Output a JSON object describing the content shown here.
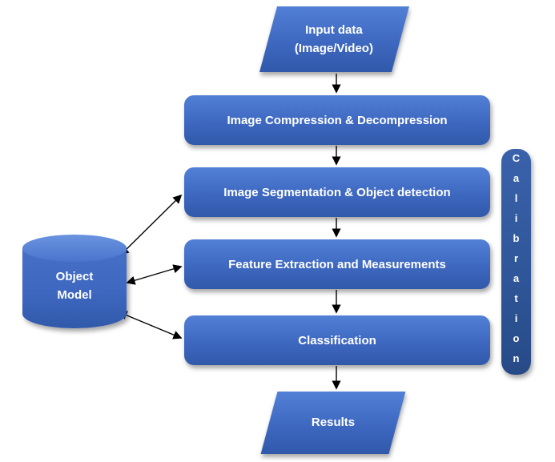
{
  "diagram": {
    "type": "flowchart",
    "nodes": {
      "input_data": {
        "shape": "parallelogram",
        "line1": "Input data",
        "line2": "(Image/Video)"
      },
      "compression": {
        "shape": "rounded-rectangle",
        "label": "Image Compression & Decompression"
      },
      "segmentation": {
        "shape": "rounded-rectangle",
        "label": "Image Segmentation & Object detection"
      },
      "feature_extraction": {
        "shape": "rounded-rectangle",
        "label": "Feature Extraction and Measurements"
      },
      "classification": {
        "shape": "rounded-rectangle",
        "label": "Classification"
      },
      "results": {
        "shape": "parallelogram",
        "label": "Results"
      },
      "object_model": {
        "shape": "cylinder",
        "line1": "Object",
        "line2": "Model"
      },
      "calibration": {
        "shape": "vertical-rounded-rectangle",
        "label": "Calibration"
      }
    },
    "edges": [
      {
        "from": "input_data",
        "to": "compression",
        "direction": "one-way"
      },
      {
        "from": "compression",
        "to": "segmentation",
        "direction": "one-way"
      },
      {
        "from": "segmentation",
        "to": "feature_extraction",
        "direction": "one-way"
      },
      {
        "from": "feature_extraction",
        "to": "classification",
        "direction": "one-way"
      },
      {
        "from": "classification",
        "to": "results",
        "direction": "one-way"
      },
      {
        "from": "object_model",
        "to": "segmentation",
        "direction": "two-way"
      },
      {
        "from": "object_model",
        "to": "feature_extraction",
        "direction": "two-way"
      },
      {
        "from": "object_model",
        "to": "classification",
        "direction": "two-way"
      }
    ],
    "colors": {
      "shape_fill": "#3E68C0",
      "shape_fill_light": "#5280D6",
      "shape_fill_dark": "#3059AA",
      "calibration_fill": "#2E5597",
      "text": "#FFFFFF",
      "arrow": "#000000",
      "background": "#FFFFFF"
    }
  }
}
